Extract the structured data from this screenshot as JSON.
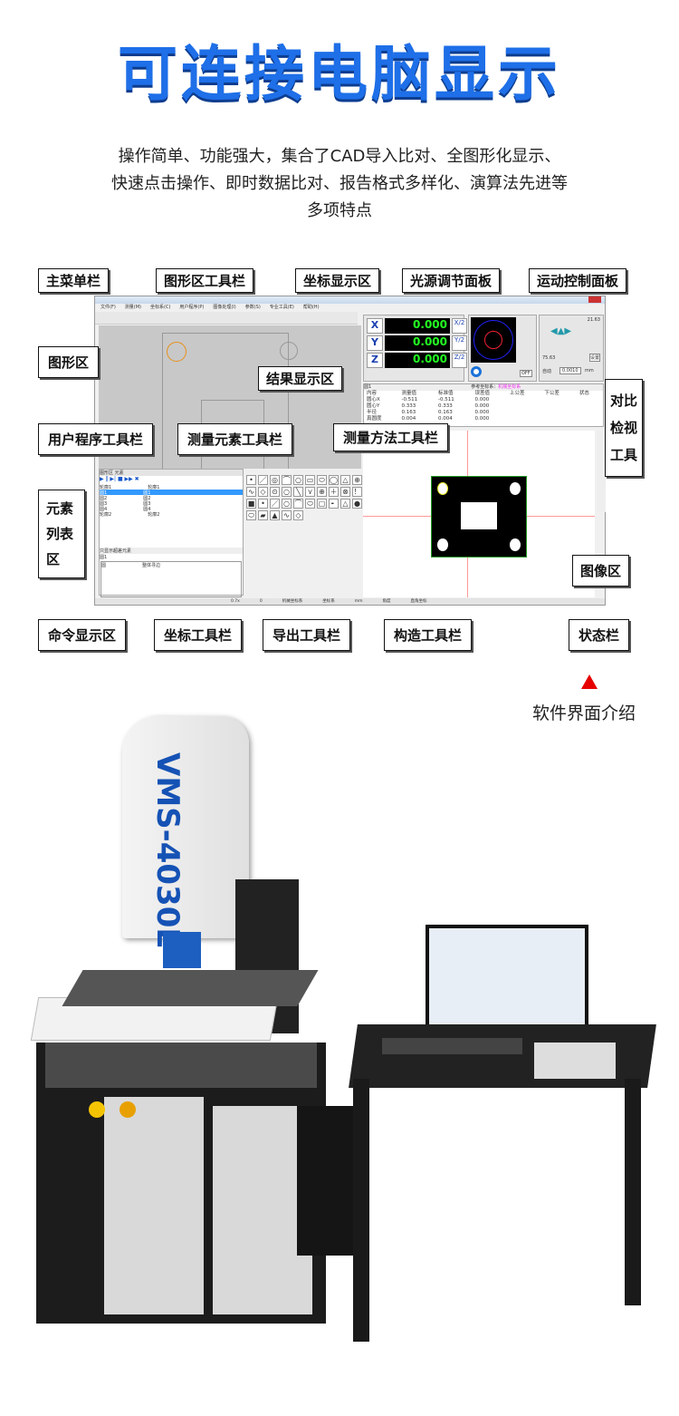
{
  "title": "可连接电脑显示",
  "description": [
    "操作简单、功能强大，集合了CAD导入比对、全图形化显示、",
    "快速点击操作、即时数据比对、报告格式多样化、演算法先进等",
    "多项特点"
  ],
  "software": {
    "menu": [
      "文件(F)",
      "测量(M)",
      "坐标系(C)",
      "用户程序(P)",
      "图像处理(I)",
      "参数(S)",
      "专业工具(E)",
      "帮助(H)"
    ],
    "coords": [
      {
        "axis": "X",
        "value": "0.000"
      },
      {
        "axis": "Y",
        "value": "0.000"
      },
      {
        "axis": "Z",
        "value": "0.000"
      }
    ],
    "light_off": "OFF",
    "motion": {
      "speed_top": "21.63",
      "speed_bottom": "75.63",
      "step": "0.0010",
      "unit": "mm",
      "set_button": "设置",
      "auto_label": "自动"
    },
    "result": {
      "name": "圆1",
      "ref_label": "参考坐标系：",
      "ref_value": "机械坐标系",
      "headers": [
        "内容",
        "测量值",
        "标准值",
        "误差值",
        "上公差",
        "下公差",
        "状态"
      ],
      "rows": [
        [
          "圆心X",
          "-0.511",
          "-0.511",
          "0.000"
        ],
        [
          "圆心Y",
          "0.333",
          "0.333",
          "0.000"
        ],
        [
          "半径",
          "0.163",
          "0.163",
          "0.000"
        ],
        [
          "真圆度",
          "0.004",
          "0.004",
          "0.000"
        ]
      ]
    },
    "element_tabs": [
      "图形区",
      "元素"
    ],
    "elements": [
      [
        "轮廓1",
        "轮廓1"
      ],
      [
        "圆1",
        "圆1"
      ],
      [
        "圆2",
        "圆2"
      ],
      [
        "圆3",
        "圆3"
      ],
      [
        "圆4",
        "圆4"
      ],
      [
        "轮廓2",
        "轮廓2"
      ]
    ],
    "cmd_checkbox": "只显示超差元素",
    "cmd_title": "圆1",
    "cmd_row": [
      "圆",
      "整体寻边"
    ],
    "status": [
      "0.7x",
      "0",
      "机械坐标系",
      "坐标系",
      "mm",
      "角度",
      "直角坐标"
    ]
  },
  "labels": [
    "主菜单栏",
    "图形区工具栏",
    "坐标显示区",
    "光源调节面板",
    "运动控制面板",
    "图形区",
    "结果显示区",
    "对比检视工具",
    "用户程序工具栏",
    "测量元素工具栏",
    "测量方法工具栏",
    "元素列表区",
    "图像区",
    "命令显示区",
    "坐标工具栏",
    "导出工具栏",
    "构造工具栏",
    "状态栏"
  ],
  "caption": "软件界面介绍",
  "machine_model": "VMS-4030E",
  "colors": {
    "title": "#1e6fe8",
    "accent": "#e60000"
  }
}
